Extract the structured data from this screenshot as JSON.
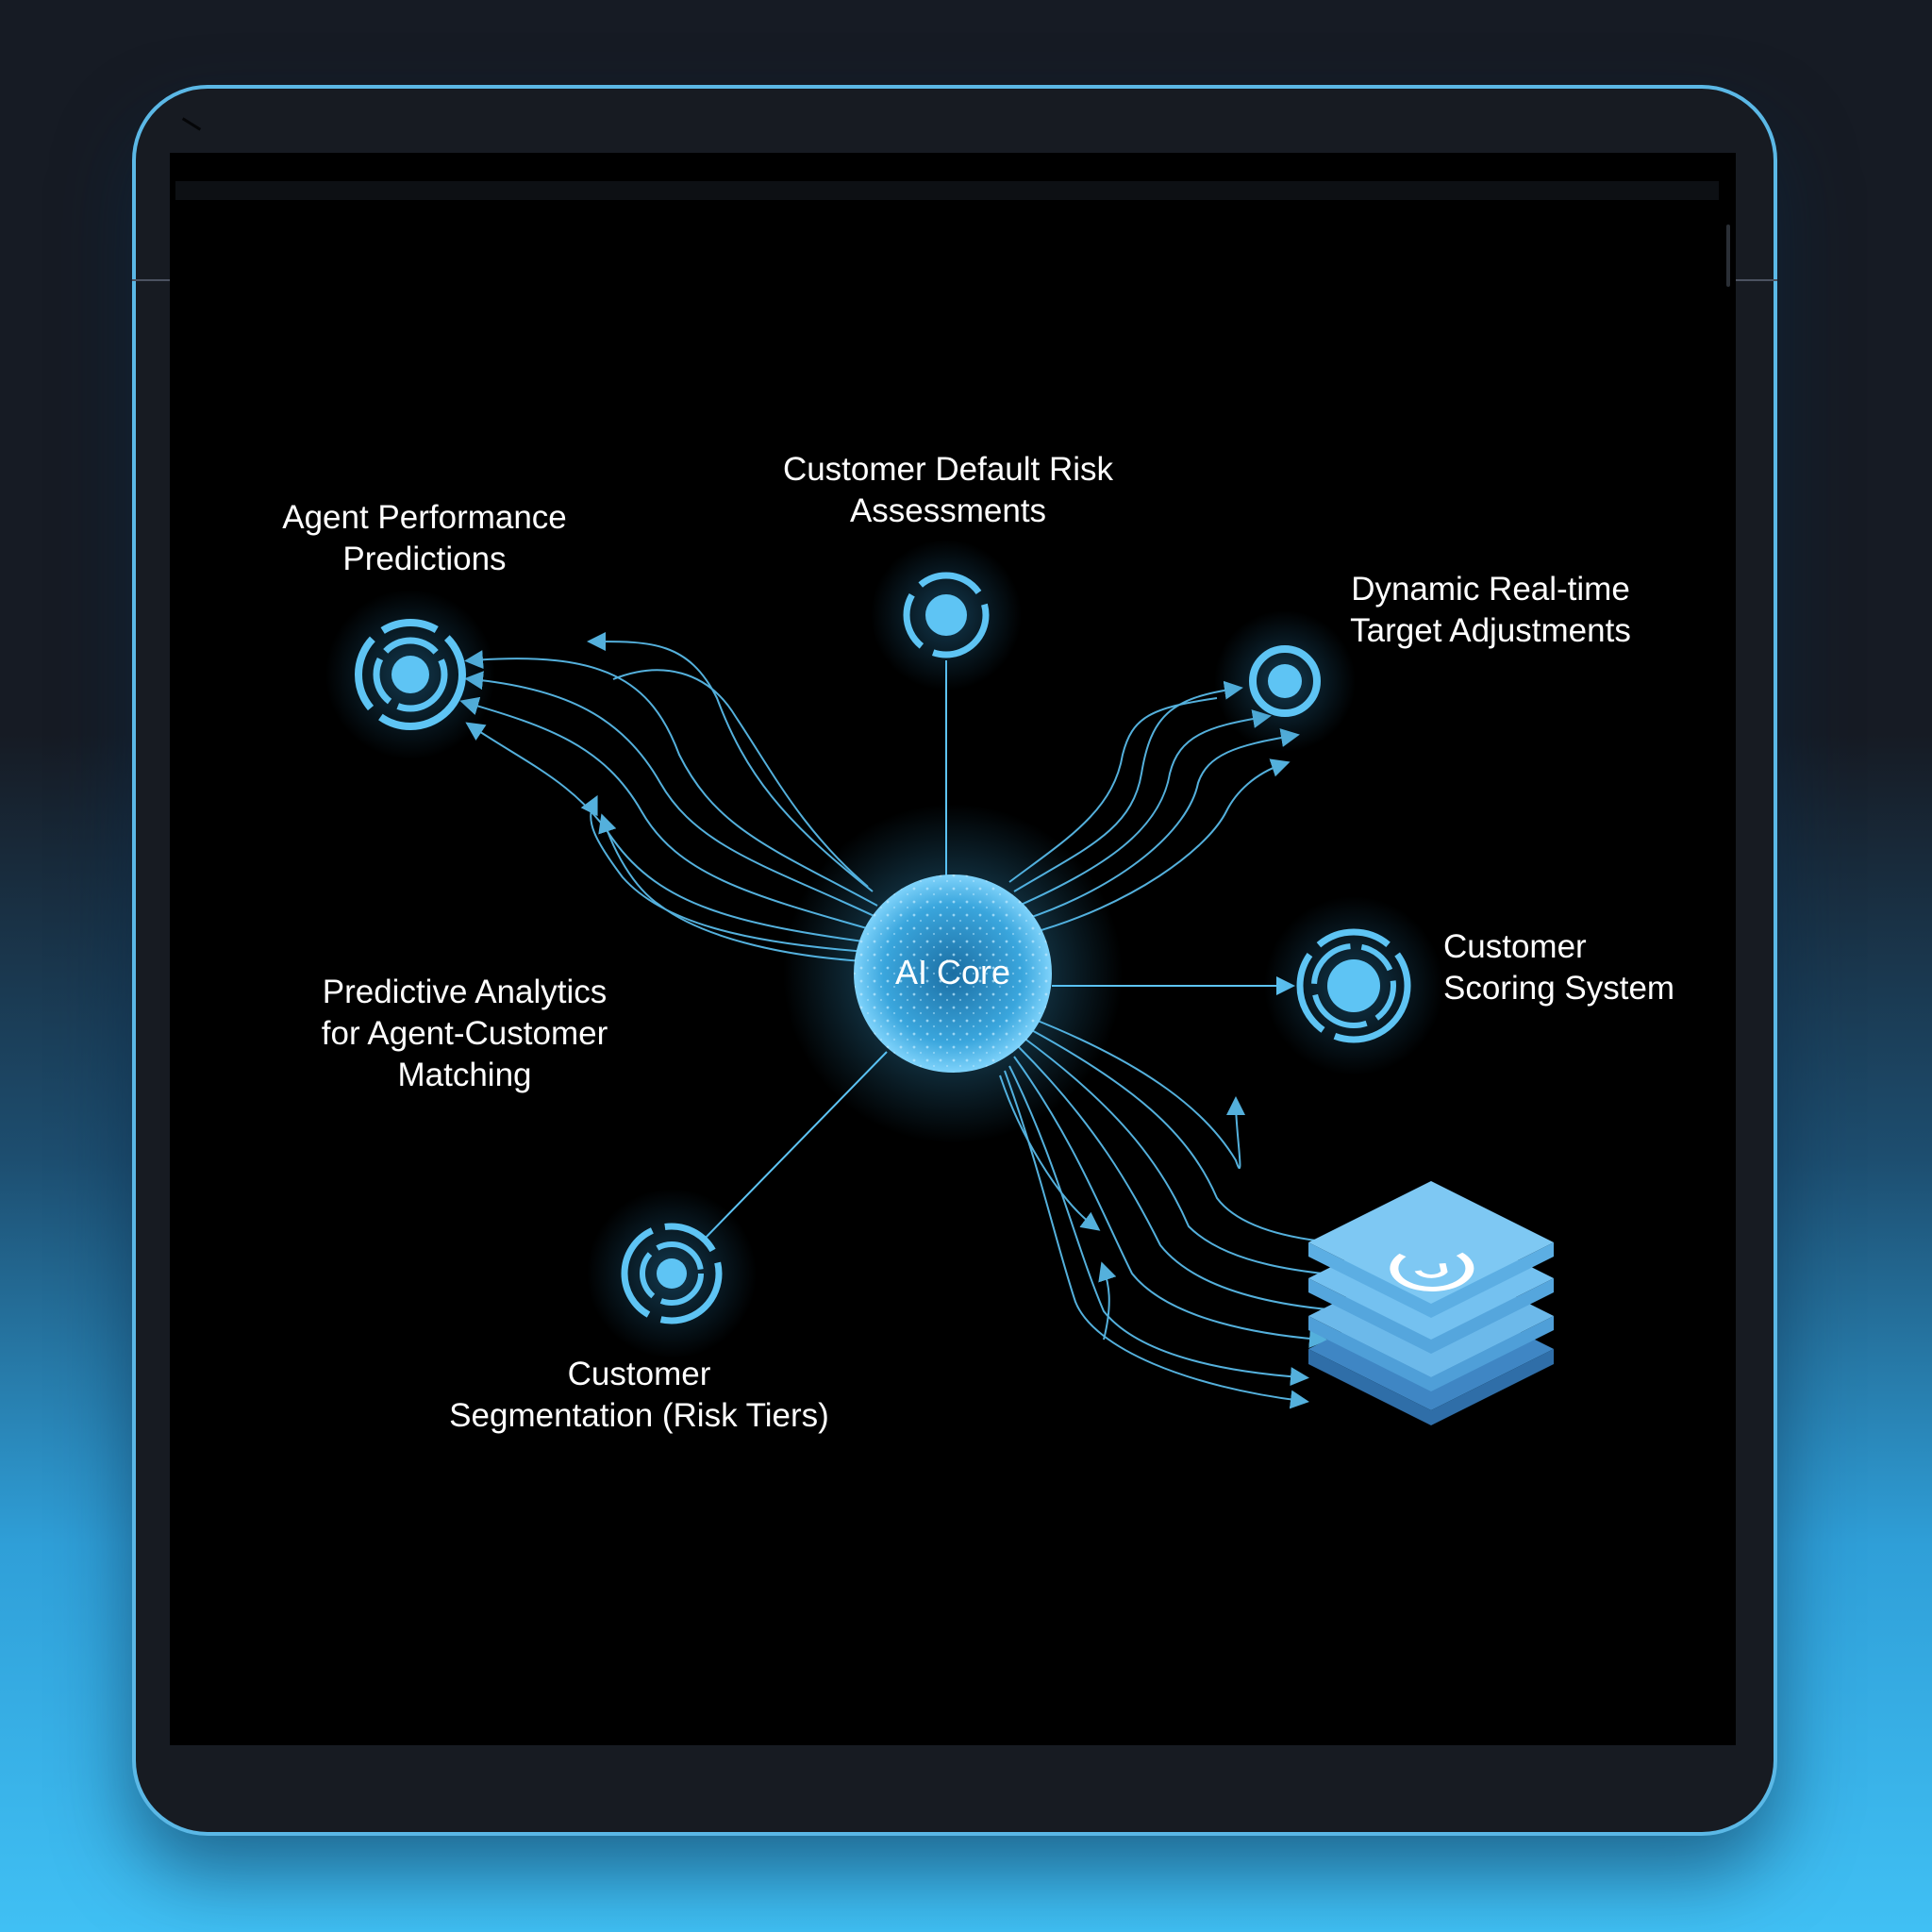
{
  "diagram": {
    "core": {
      "label": "AI Core",
      "color": "#4fc3f7"
    },
    "nodes": [
      {
        "id": "agent-performance",
        "label_lines": [
          "Agent Performance",
          "Predictions"
        ]
      },
      {
        "id": "default-risk",
        "label_lines": [
          "Customer Default Risk",
          "Assessments"
        ]
      },
      {
        "id": "target-adjustments",
        "label_lines": [
          "Dynamic Real-time",
          "Target Adjustments"
        ]
      },
      {
        "id": "scoring-system",
        "label_lines": [
          "Customer",
          "Scoring System"
        ]
      },
      {
        "id": "predictive-matching",
        "label_lines": [
          "Predictive Analytics",
          "for Agent-Customer",
          "Matching"
        ]
      },
      {
        "id": "segmentation",
        "label_lines": [
          "Customer",
          "Segmentation (Risk Tiers)"
        ]
      }
    ],
    "data_stack": {
      "layers": 4,
      "icon": "gauge-icon",
      "color": "#6fc0ef"
    },
    "colors": {
      "accent": "#5ec4f4",
      "background": "#000000",
      "frame": "#5bb8e6",
      "text": "#ffffff"
    }
  }
}
